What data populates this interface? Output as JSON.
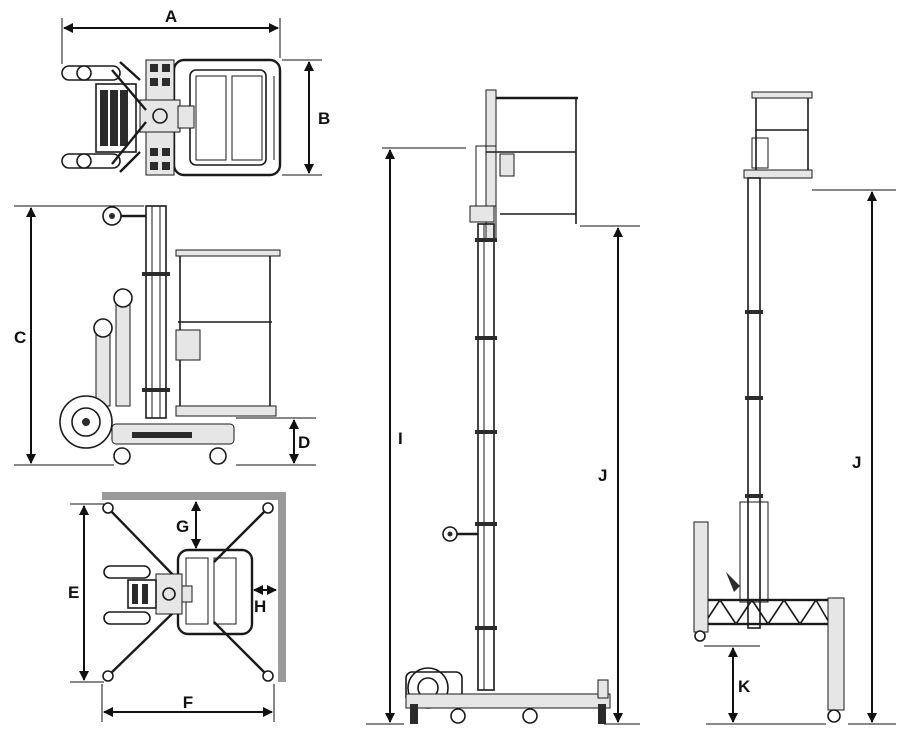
{
  "labels": {
    "A": "A",
    "B": "B",
    "C": "C",
    "D": "D",
    "E": "E",
    "F": "F",
    "G": "G",
    "H": "H",
    "I": "I",
    "J1": "J",
    "J2": "J",
    "K": "K"
  },
  "colors": {
    "line": "#1a1a1a",
    "wall": "#9a9a9a",
    "background": "#ffffff"
  }
}
